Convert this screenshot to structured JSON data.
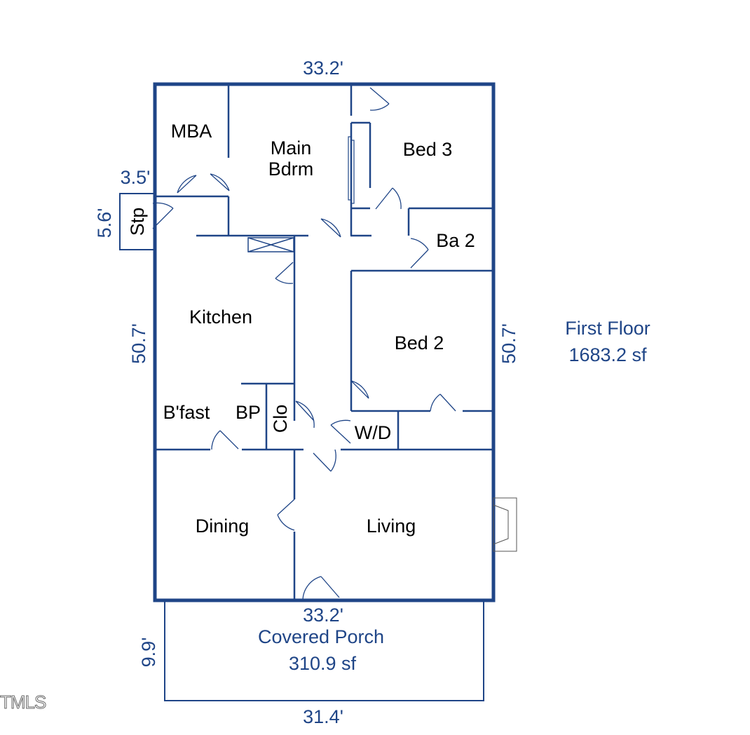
{
  "floor": {
    "name": "First Floor",
    "area": "1683.2 sf"
  },
  "porch": {
    "name": "Covered Porch",
    "area": "310.9 sf"
  },
  "dimensions": {
    "top_width": "33.2'",
    "bottom_width": "33.2'",
    "left_height": "50.7'",
    "right_height": "50.7'",
    "stoop_width": "3.5'",
    "stoop_depth": "5.6'",
    "porch_depth": "9.9'",
    "porch_width": "31.4'"
  },
  "rooms": {
    "mba": "MBA",
    "main_bdrm_line1": "Main",
    "main_bdrm_line2": "Bdrm",
    "bed3": "Bed 3",
    "ba2": "Ba 2",
    "stp": "Stp",
    "kitchen": "Kitchen",
    "bed2": "Bed 2",
    "bfast": "B'fast",
    "bp": "BP",
    "clo": "Clo",
    "wd": "W/D",
    "dining": "Dining",
    "living": "Living"
  },
  "watermark": "TMLS",
  "colors": {
    "wall": "#1f4587",
    "dimension_text": "#1f4587",
    "room_text": "#000000"
  }
}
